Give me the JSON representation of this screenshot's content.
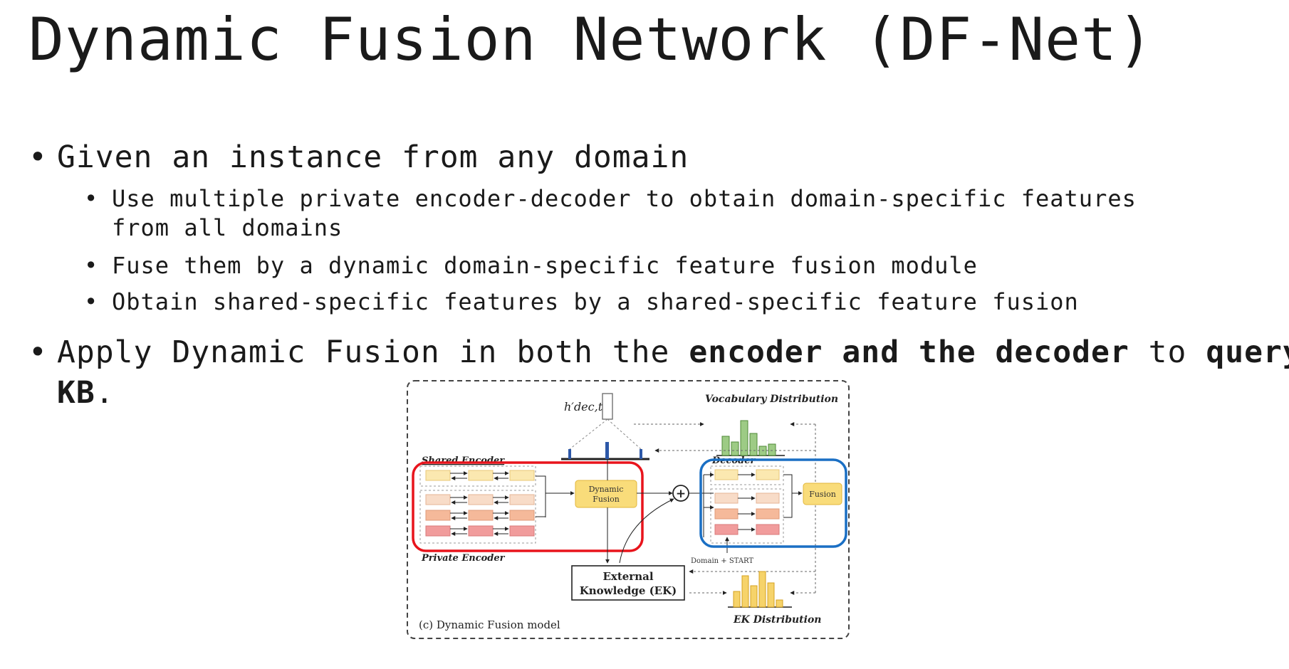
{
  "slide": {
    "title": "Dynamic Fusion Network (DF-Net)",
    "bullet_glyph": "•",
    "bullets": [
      {
        "text": "Given an instance from any domain",
        "sub": [
          {
            "line1": "Use multiple private encoder-decoder to obtain domain-specific features",
            "line2": "from all domains"
          },
          {
            "line1": "Fuse them by a dynamic domain-specific feature fusion module"
          },
          {
            "line1": "Obtain shared-specific features by a shared-specific feature fusion"
          }
        ]
      },
      {
        "parts": [
          "Apply Dynamic Fusion in both the ",
          "encoder and the decoder",
          " to ",
          "query",
          "KB",
          "."
        ]
      }
    ]
  },
  "figure": {
    "caption": "(c) Dynamic Fusion model",
    "hidden_state_label": "h′dec,t",
    "labels": {
      "vocab_dist": "Vocabulary Distribution",
      "shared_encoder": "Shared Encoder",
      "private_encoder": "Private Encoder",
      "decoder": "Decoder",
      "dynamic_fusion_l1": "Dynamic",
      "dynamic_fusion_l2": "Fusion",
      "fusion": "Fusion",
      "plus": "+",
      "domain_start": "Domain + START",
      "ek_l1": "External",
      "ek_l2": "Knowledge (EK)",
      "ek_dist": "EK Distribution"
    },
    "colors": {
      "encoder_highlight": "#e8141c",
      "decoder_highlight": "#1a6fc4",
      "fusion_fill": "#f9dc7a",
      "shared_cell": "#fbe8b0",
      "private_cell_1": "#f8dcc8",
      "private_cell_2": "#f5b99a",
      "private_cell_3": "#f19c9c",
      "vocab_bars": "#78b45a",
      "ek_bars": "#f0be3c",
      "attention_bars": "#2d58a8"
    }
  }
}
